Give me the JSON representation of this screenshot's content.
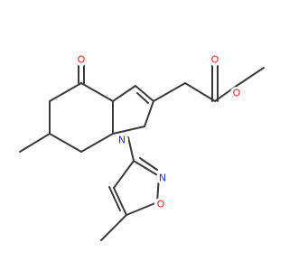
{
  "colors": {
    "bond": "#3a3a3a",
    "oxygen": "#e8231f",
    "nitrogen": "#2b33d8",
    "background": "#ffffff"
  },
  "atoms": {
    "ketone_oxygen": "O",
    "ester_carbonyl_oxygen": "O",
    "ester_ether_oxygen": "O",
    "indole_nitrogen": "N",
    "isoxazole_nitrogen": "N",
    "isoxazole_oxygen": "O"
  }
}
